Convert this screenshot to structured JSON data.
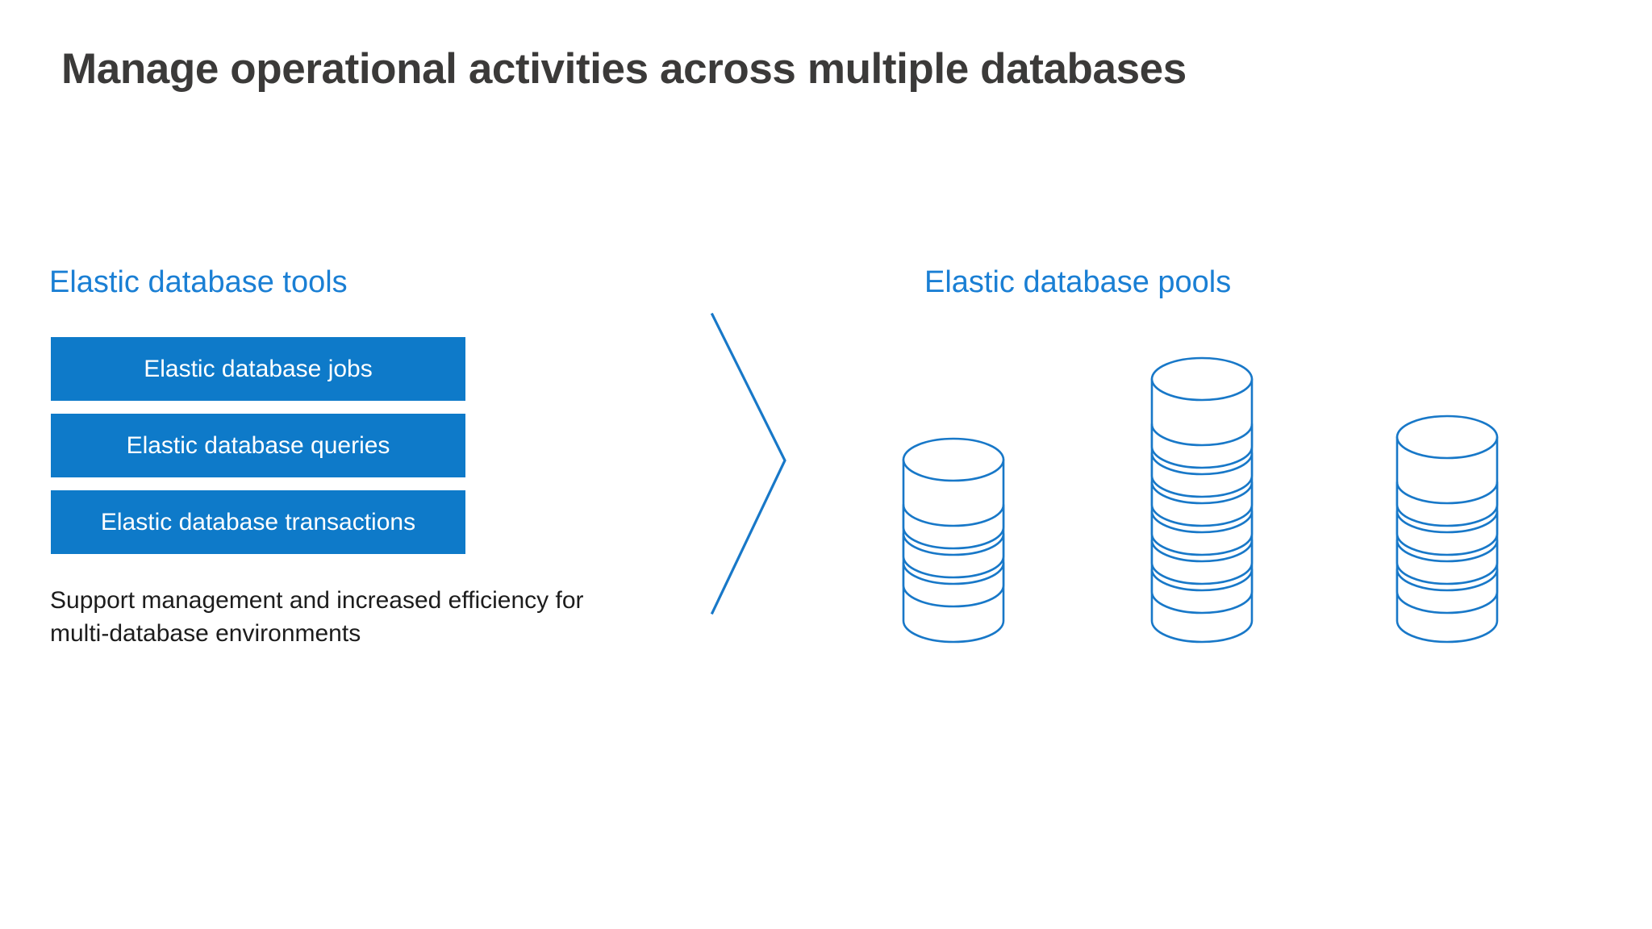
{
  "slide": {
    "title": "Manage operational activities across multiple databases",
    "background_color": "#ffffff",
    "title_color": "#3b3a39",
    "accent_blue": "#0e7ac9",
    "heading_blue": "#1a7fd4",
    "outline_blue": "#1878c8"
  },
  "left": {
    "heading": "Elastic database tools",
    "bars": [
      {
        "label": "Elastic database jobs"
      },
      {
        "label": "Elastic database queries"
      },
      {
        "label": "Elastic database transactions"
      }
    ],
    "support_text": "Support management and increased efficiency for multi-database environments"
  },
  "connector": {
    "icon": "chevron-right-icon"
  },
  "right": {
    "heading": "Elastic database pools",
    "graphic": {
      "icon": "database-stack-icon",
      "cylinders": [
        {
          "name": "database-cylinder-left",
          "disc_count": 3
        },
        {
          "name": "database-cylinder-center",
          "disc_count": 7
        },
        {
          "name": "database-cylinder-right",
          "disc_count": 4
        }
      ]
    }
  }
}
